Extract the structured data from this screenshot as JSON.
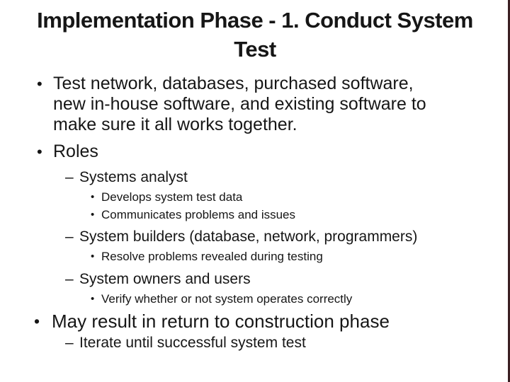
{
  "slide": {
    "title": "Implementation Phase - 1. Conduct System Test",
    "title_lines": {
      "line1": "Implementation Phase - 1. Conduct System",
      "line2": "Test"
    },
    "colors": {
      "background": "#ffffff",
      "text": "#161616",
      "edge_strip": "#3a1f22"
    },
    "bullets": [
      {
        "level": 1,
        "marker": "•",
        "lines": [
          "Test network, databases, purchased software,",
          "new in-house software, and existing software to",
          "make sure it all works together."
        ]
      },
      {
        "level": 1,
        "marker": "•",
        "lines": [
          "Roles"
        ]
      },
      {
        "level": 2,
        "marker": "–",
        "lines": [
          "Systems analyst"
        ]
      },
      {
        "level": 3,
        "marker": "•",
        "lines": [
          "Develops system test data"
        ]
      },
      {
        "level": 3,
        "marker": "•",
        "lines": [
          "Communicates problems and issues"
        ]
      },
      {
        "level": 2,
        "marker": "–",
        "lines": [
          "System builders (database, network, programmers)"
        ]
      },
      {
        "level": 3,
        "marker": "•",
        "lines": [
          "Resolve problems revealed during testing"
        ]
      },
      {
        "level": 2,
        "marker": "–",
        "lines": [
          "System owners and users"
        ]
      },
      {
        "level": 3,
        "marker": "•",
        "lines": [
          "Verify whether or not system operates correctly"
        ]
      },
      {
        "level": 1,
        "marker": "•",
        "size": "large",
        "lines": [
          "May result in return to construction phase"
        ]
      },
      {
        "level": 2,
        "marker": "–",
        "lines": [
          "Iterate until successful system test"
        ]
      }
    ]
  }
}
